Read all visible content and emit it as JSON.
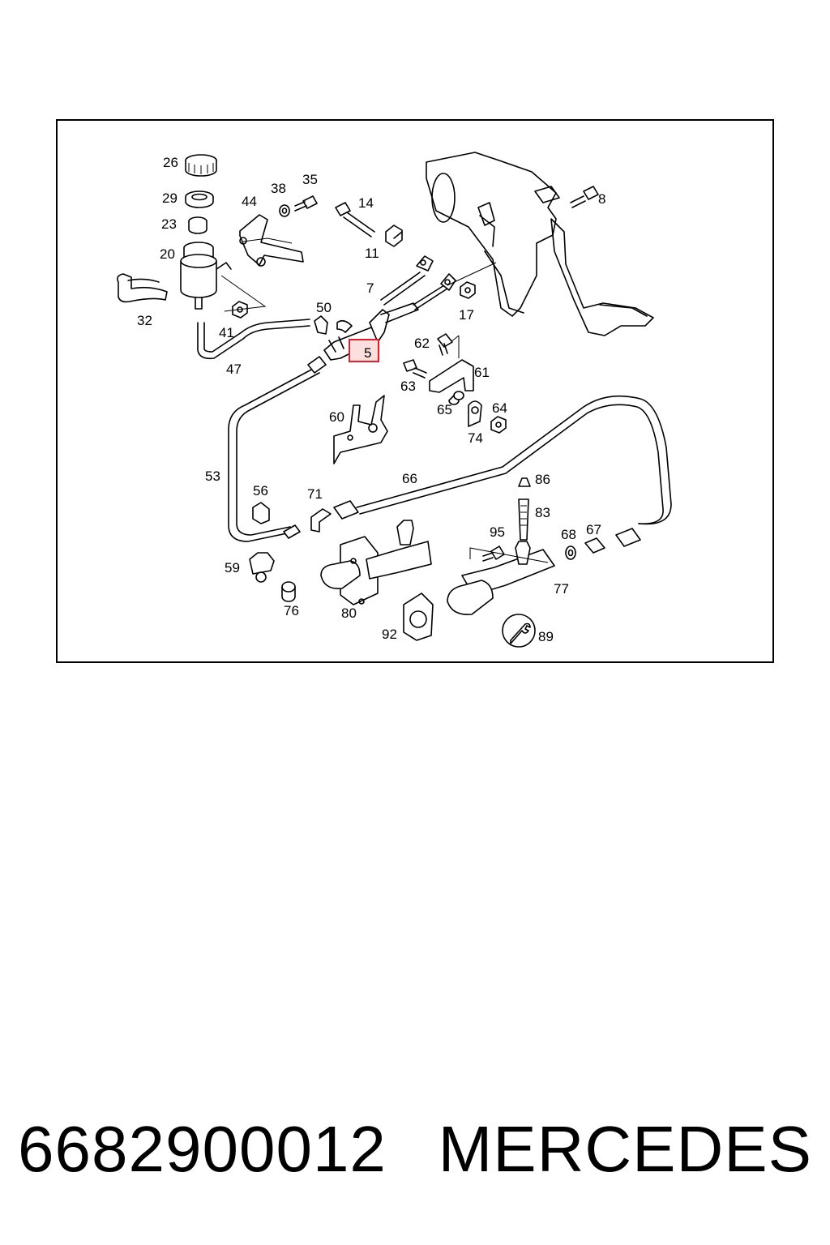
{
  "diagram": {
    "callouts": {
      "c26": "26",
      "c29": "29",
      "c23": "23",
      "c20": "20",
      "c32": "32",
      "c38": "38",
      "c35": "35",
      "c44": "44",
      "c14": "14",
      "c11": "11",
      "c8": "8",
      "c7": "7",
      "c17": "17",
      "c50": "50",
      "c41": "41",
      "c47": "47",
      "c5": "5",
      "c62": "62",
      "c61": "61",
      "c63": "63",
      "c60": "60",
      "c65": "65",
      "c64": "64",
      "c74": "74",
      "c53": "53",
      "c56": "56",
      "c71": "71",
      "c66": "66",
      "c86": "86",
      "c83": "83",
      "c95": "95",
      "c68": "68",
      "c67": "67",
      "c59": "59",
      "c76": "76",
      "c80": "80",
      "c92": "92",
      "c77": "77",
      "c89": "89"
    },
    "highlighted_part": "5",
    "highlight_color": "#e21d2a"
  },
  "footer": {
    "part_number": "6682900012",
    "brand": "MERCEDES"
  }
}
